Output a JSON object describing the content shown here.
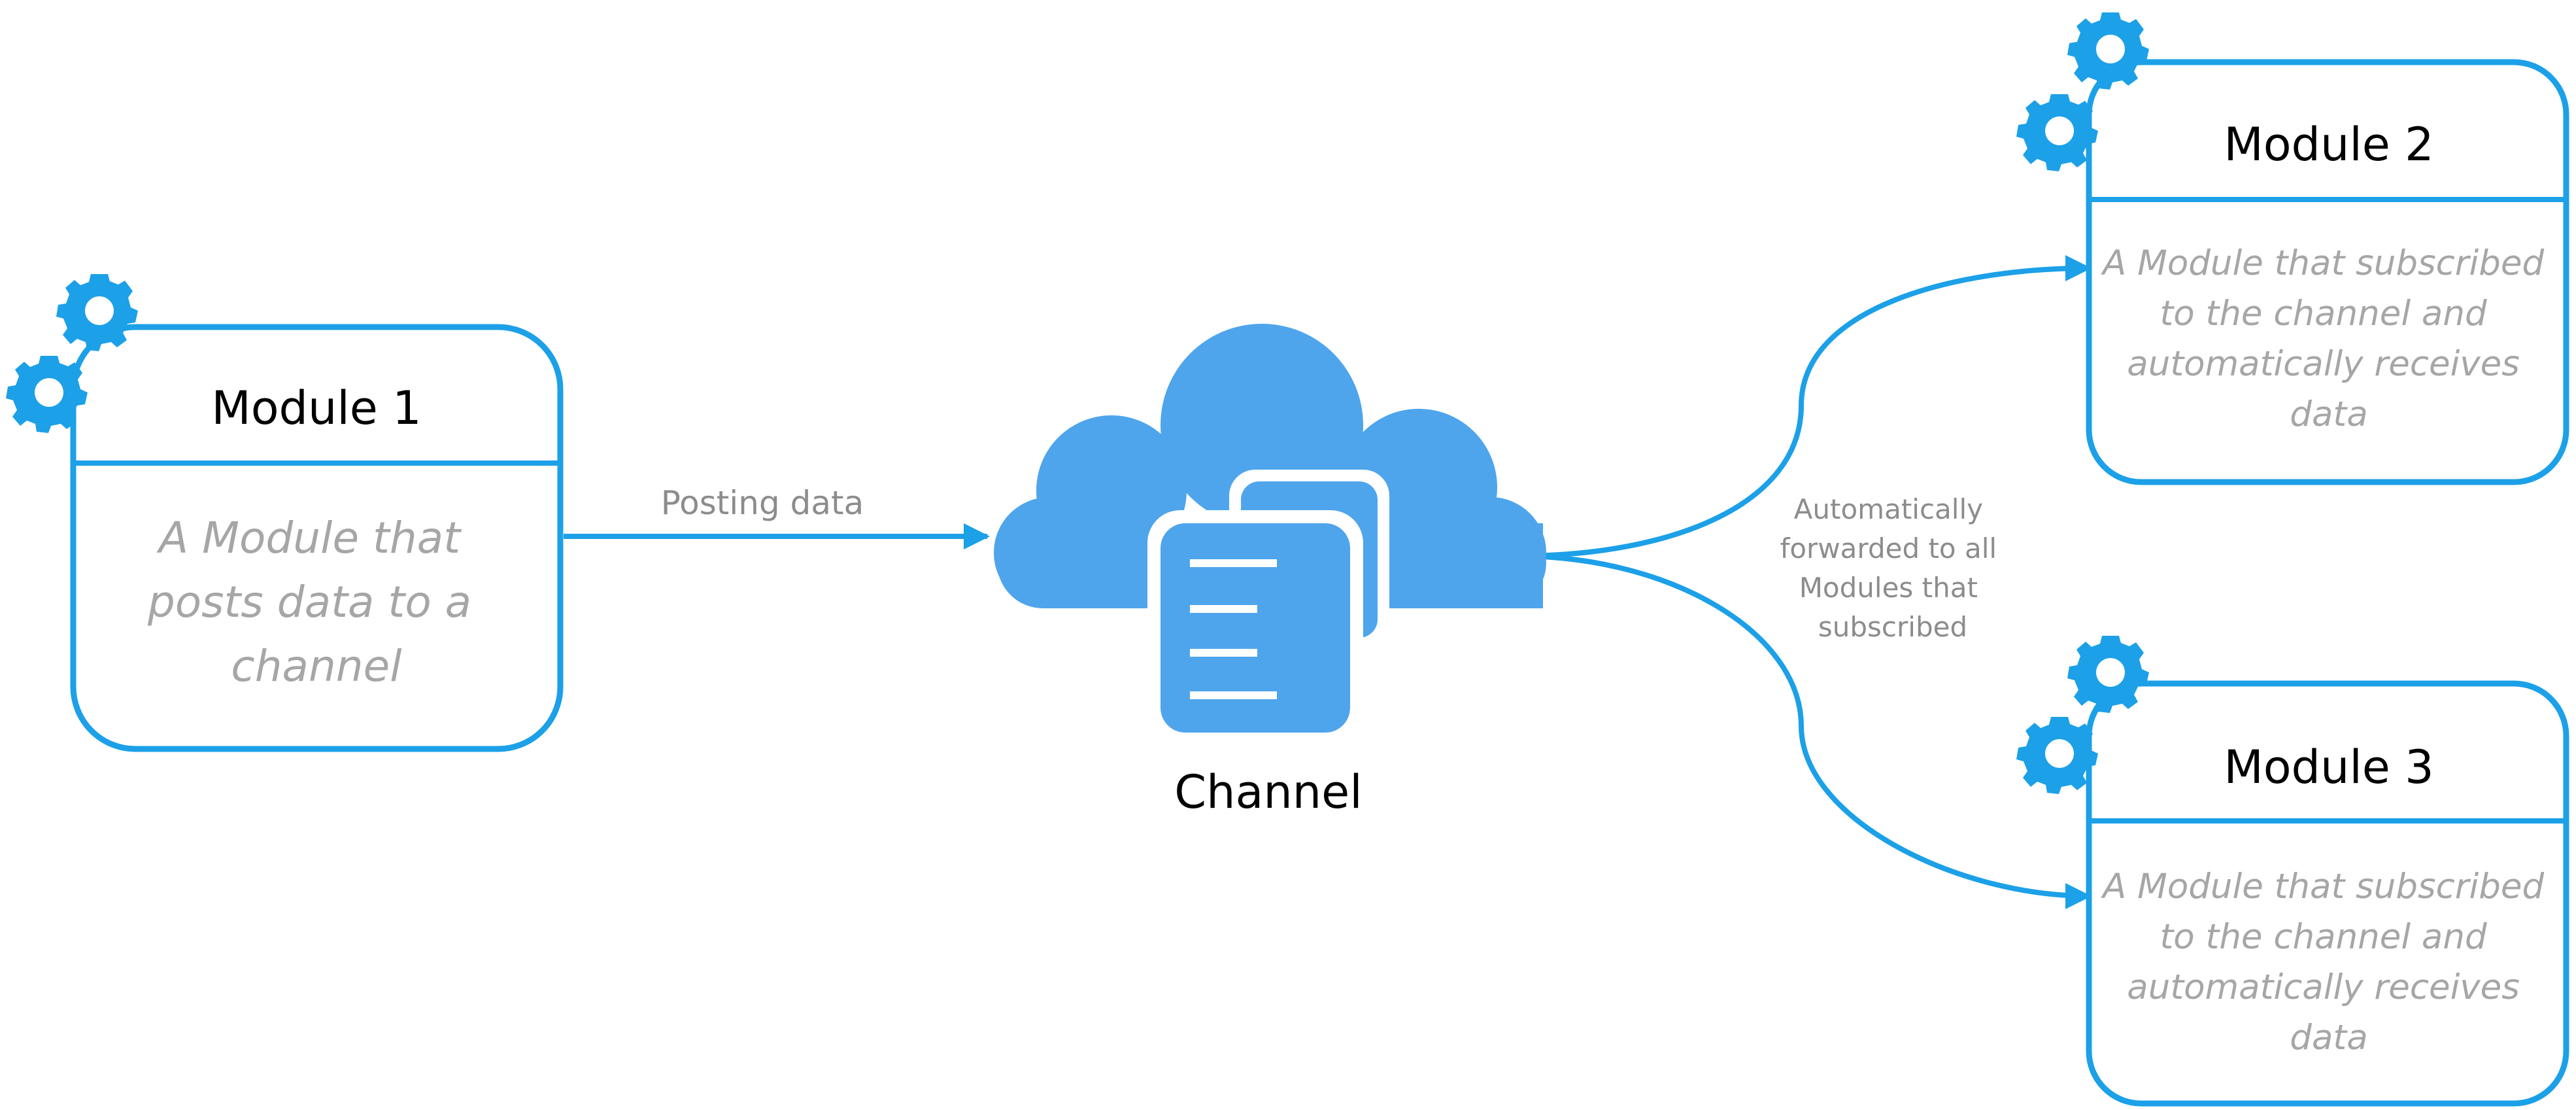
{
  "colors": {
    "accent": "#1ca0e8",
    "cloud": "#4ea5ec",
    "desc_text": "#a6a6a6",
    "label_text": "#8c8c8c"
  },
  "modules": [
    {
      "title": "Module 1",
      "description": [
        "A Module that",
        "posts data to a",
        "channel"
      ],
      "icon": "gears-icon"
    },
    {
      "title": "Module 2",
      "description": [
        "A Module that subscribed",
        "to the channel and",
        "automatically receives",
        "data"
      ],
      "icon": "gears-icon"
    },
    {
      "title": "Module 3",
      "description": [
        "A Module that subscribed",
        "to the channel and",
        "automatically receives",
        "data"
      ],
      "icon": "gears-icon"
    }
  ],
  "channel": {
    "label": "Channel",
    "icon": "cloud-documents-icon"
  },
  "edges": {
    "post_label": "Posting data",
    "forward_label": [
      "Automatically",
      "forwarded to all",
      "Modules that",
      "subscribed"
    ]
  }
}
